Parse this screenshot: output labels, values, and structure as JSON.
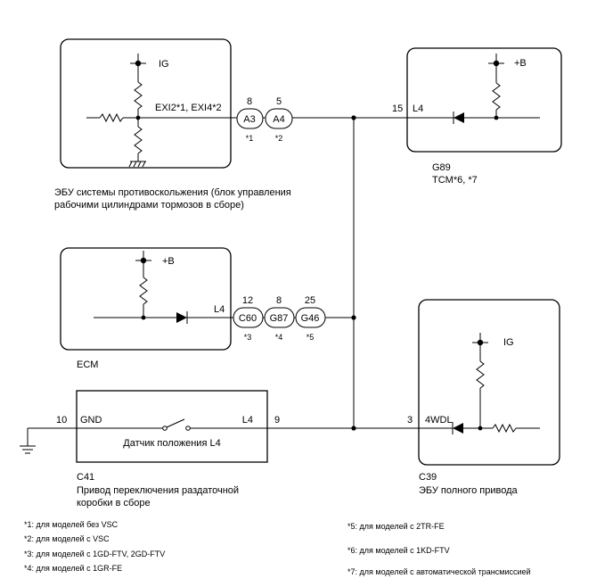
{
  "ecu_vsc": {
    "power": "IG",
    "signal": "EXI2*1, EXI4*2",
    "description_line1": "ЭБУ системы противоскольжения (блок управления",
    "description_line2": "рабочими цилиндрами тормозов в сборе)"
  },
  "connectors_top": [
    {
      "pin": "8",
      "name": "A3",
      "note": "*1"
    },
    {
      "pin": "5",
      "name": "A4",
      "note": "*2"
    }
  ],
  "tcm": {
    "pin": "15",
    "signal": "L4",
    "power": "+B",
    "code": "G89",
    "name": "TCM*6, *7"
  },
  "ecm": {
    "power": "+B",
    "signal": "L4",
    "name": "ECM"
  },
  "connectors_mid": [
    {
      "pin": "12",
      "name": "C60",
      "note": "*3"
    },
    {
      "pin": "8",
      "name": "G87",
      "note": "*4"
    },
    {
      "pin": "25",
      "name": "G46",
      "note": "*5"
    }
  ],
  "transfer_actuator": {
    "gnd_pin": "10",
    "gnd_label": "GND",
    "l4_label": "L4",
    "l4_pin": "9",
    "switch_label": "Датчик положения L4",
    "code": "C41",
    "description_line1": "Привод переключения раздаточной",
    "description_line2": "коробки в сборе"
  },
  "awd_ecu": {
    "pin": "3",
    "signal": "4WDL",
    "power": "IG",
    "code": "C39",
    "name": "ЭБУ полного привода"
  },
  "notes_left": [
    "*1: для моделей без VSC",
    "*2: для моделей с VSC",
    "*3: для моделей с 1GD-FTV, 2GD-FTV",
    "*4: для моделей с 1GR-FE"
  ],
  "notes_right": [
    "*5: для моделей с 2TR-FE",
    "*6: для моделей с 1KD-FTV",
    "*7: для моделей с автоматической трансмиссией"
  ]
}
